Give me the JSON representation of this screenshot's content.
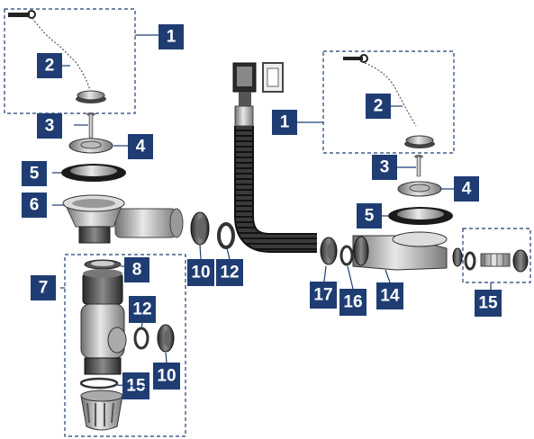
{
  "colors": {
    "label_bg": "#1f3d73",
    "label_text": "#ffffff",
    "part_stroke": "#333333"
  },
  "callouts": [
    {
      "id": "l1",
      "text": "1"
    },
    {
      "id": "l2",
      "text": "2"
    },
    {
      "id": "l3",
      "text": "3"
    },
    {
      "id": "l4",
      "text": "4"
    },
    {
      "id": "l5",
      "text": "5"
    },
    {
      "id": "l6",
      "text": "6"
    },
    {
      "id": "l7",
      "text": "7"
    },
    {
      "id": "l8",
      "text": "8"
    },
    {
      "id": "l10a",
      "text": "10"
    },
    {
      "id": "l12a",
      "text": "12"
    },
    {
      "id": "l12b",
      "text": "12"
    },
    {
      "id": "l10b",
      "text": "10"
    },
    {
      "id": "l15a",
      "text": "15"
    },
    {
      "id": "r1",
      "text": "1"
    },
    {
      "id": "r2",
      "text": "2"
    },
    {
      "id": "r3",
      "text": "3"
    },
    {
      "id": "r4",
      "text": "4"
    },
    {
      "id": "r5",
      "text": "5"
    },
    {
      "id": "r17",
      "text": "17"
    },
    {
      "id": "r16",
      "text": "16"
    },
    {
      "id": "r14",
      "text": "14"
    },
    {
      "id": "r15",
      "text": "15"
    }
  ]
}
